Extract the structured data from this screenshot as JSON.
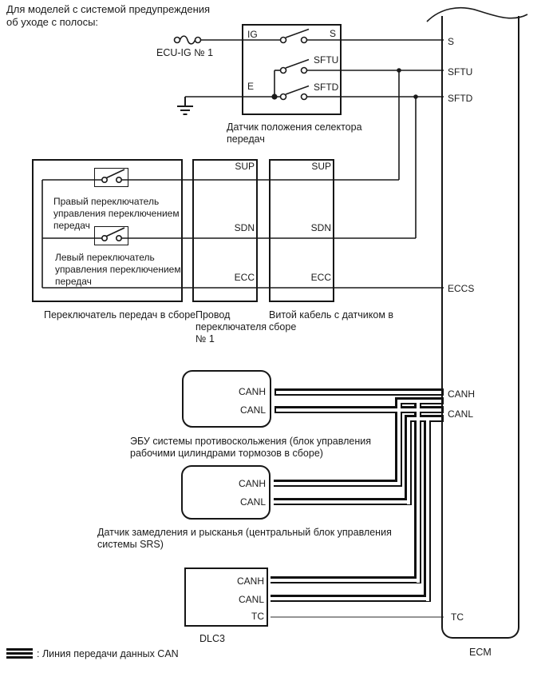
{
  "header": {
    "line1": "Для моделей с системой предупреждения",
    "line2": "об уходе с полосы:"
  },
  "power": {
    "fuse_label": "ECU-IG № 1"
  },
  "selector_sensor": {
    "caption_line1": "Датчик положения селектора",
    "caption_line2": "передач",
    "pins": {
      "ig": "IG",
      "e": "E",
      "s": "S",
      "sftu": "SFTU",
      "sftd": "SFTD"
    }
  },
  "shift_switch_assembly": {
    "caption": "Переключатель передач в сборе",
    "right_switch": [
      "Правый переключатель",
      "управления переключением",
      "передач"
    ],
    "left_switch": [
      "Левый переключатель",
      "управления переключением",
      "передач"
    ]
  },
  "switch_wire": {
    "caption": [
      "Провод",
      "переключателя",
      "№ 1"
    ],
    "pins": [
      "SUP",
      "SDN",
      "ECC"
    ]
  },
  "twisted_cable": {
    "caption": [
      "Витой кабель с датчиком в",
      "сборе"
    ],
    "pins": [
      "SUP",
      "SDN",
      "ECC"
    ]
  },
  "esc_ecu": {
    "caption": [
      "ЭБУ системы противоскольжения (блок управления",
      "рабочими цилиндрами тормозов в сборе)"
    ],
    "pins": [
      "CANH",
      "CANL"
    ]
  },
  "yaw_sensor": {
    "caption": [
      "Датчик замедления и рысканья (центральный блок управления",
      "системы SRS)"
    ],
    "pins": [
      "CANH",
      "CANL"
    ]
  },
  "dlc3": {
    "caption": "DLC3",
    "pins": [
      "CANH",
      "CANL",
      "TC"
    ]
  },
  "ecm": {
    "caption": "ECM",
    "pins": {
      "s": "S",
      "sftu": "SFTU",
      "sftd": "SFTD",
      "eccs": "ECCS",
      "canh": "CANH",
      "canl": "CANL",
      "tc": "TC"
    }
  },
  "legend": {
    "text": ": Линия передачи данных CAN"
  },
  "colors": {
    "line": "#1a1a1a",
    "background": "#ffffff"
  }
}
